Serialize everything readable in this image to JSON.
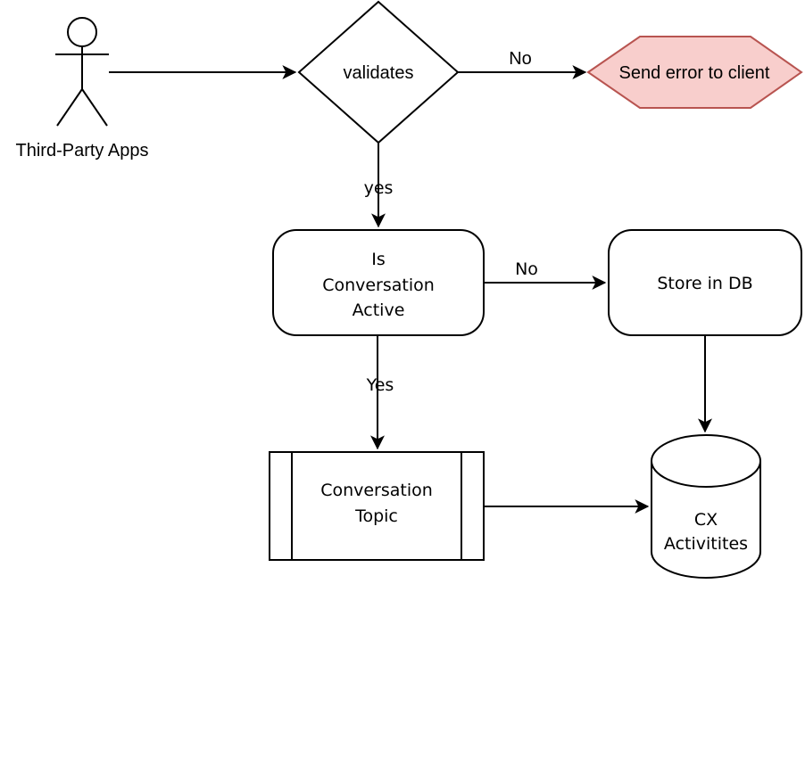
{
  "diagram": {
    "nodes": {
      "actor": {
        "label": "Third-Party Apps"
      },
      "validates": {
        "label": "validates"
      },
      "send_error": {
        "label": "Send error to client",
        "fill": "#f8cecc",
        "stroke": "#b85450"
      },
      "is_conversation_active": {
        "line1": "Is",
        "line2": "Conversation",
        "line3": "Active"
      },
      "store_in_db": {
        "label": "Store in DB"
      },
      "conversation_topic": {
        "line1": "Conversation",
        "line2": "Topic"
      },
      "cx_activities": {
        "line1": "CX",
        "line2": "Activitites"
      }
    },
    "edges": {
      "validates_no": {
        "label": "No"
      },
      "validates_yes": {
        "label": "yes"
      },
      "active_no": {
        "label": "No"
      },
      "active_yes": {
        "label": "Yes"
      }
    },
    "colors": {
      "line": "#000000",
      "node_fill": "#ffffff",
      "error_fill": "#f8cecc",
      "error_stroke": "#b85450",
      "background": "#ffffff"
    }
  }
}
